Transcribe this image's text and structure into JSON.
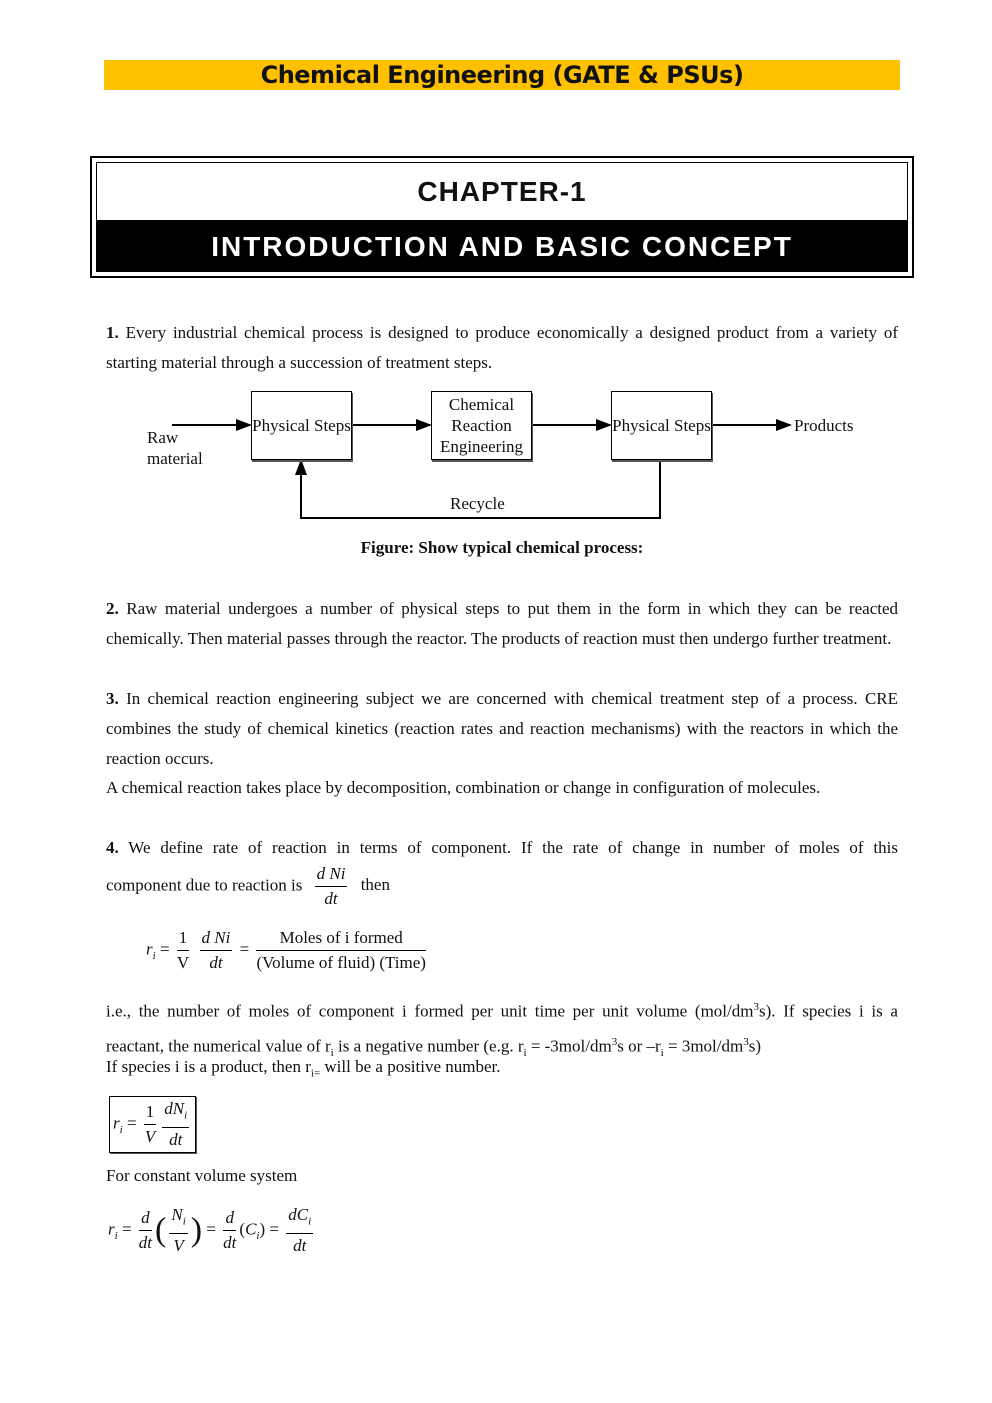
{
  "banner": "Chemical Engineering (GATE & PSUs)",
  "chapter": {
    "number": "CHAPTER-1",
    "title": "INTRODUCTION AND BASIC CONCEPT"
  },
  "p1": {
    "num": "1.",
    "text": "Every industrial chemical process is designed to produce economically a designed product from a variety of starting material through a succession of treatment steps."
  },
  "diagram": {
    "input": "Raw material",
    "box1": "Physical Steps",
    "box2": "Chemical Reaction Engineering",
    "box3": "Physical Steps",
    "output": "Products",
    "recycle": "Recycle",
    "caption": "Figure: Show typical chemical process:"
  },
  "p2": {
    "num": "2.",
    "text": "Raw material undergoes a number of physical steps to put them in the form in which they can be reacted chemically. Then material passes through the reactor. The products of reaction must then undergo further treatment."
  },
  "p3": {
    "num": "3.",
    "text": "In chemical reaction engineering subject we are concerned with chemical treatment step of a process. CRE combines the study of chemical kinetics (reaction rates and reaction mechanisms) with the reactors in which the reaction occurs."
  },
  "p3b": "A chemical reaction takes place by decomposition, combination or change in configuration of molecules.",
  "p4": {
    "num": "4.",
    "text": "We define rate of reaction in terms of component. If the rate of change in number of moles of this",
    "line2": "component due to reaction is",
    "then": "then"
  },
  "eq1": {
    "lhs": "r",
    "sub": "i",
    "one": "1",
    "V": "V",
    "dN": "d Ni",
    "dt": "dt",
    "num": "Moles of i formed",
    "den": "(Volume of fluid) (Time)"
  },
  "p5": {
    "a": "i.e., the number of moles of component i formed per unit time per unit volume (mol/dm",
    "sup": "3",
    "b": "s). If species i is a",
    "c": "reactant, the numerical value of r",
    "c_sub": "i",
    "d": " is a negative number (e.g. r",
    "d_sub": "i",
    "e": " = -3mol/dm",
    "e_sup": "3",
    "f": "s or –r",
    "f_sub": "i",
    "g": " = 3mol/dm",
    "g_sup": "3",
    "h": "s)"
  },
  "p6": {
    "a": "If species i is a product, then r",
    "sub": "i=",
    "b": " will be a positive number."
  },
  "p7": "For constant volume system",
  "eq2": {
    "lhs": "r",
    "sub": "i",
    "one": "1",
    "V": "V",
    "dN": "dN",
    "dt": "dt"
  },
  "eq3": {
    "d": "d",
    "dt": "dt",
    "N": "N",
    "V": "V",
    "C": "C",
    "dC": "dC",
    "sub": "i"
  }
}
